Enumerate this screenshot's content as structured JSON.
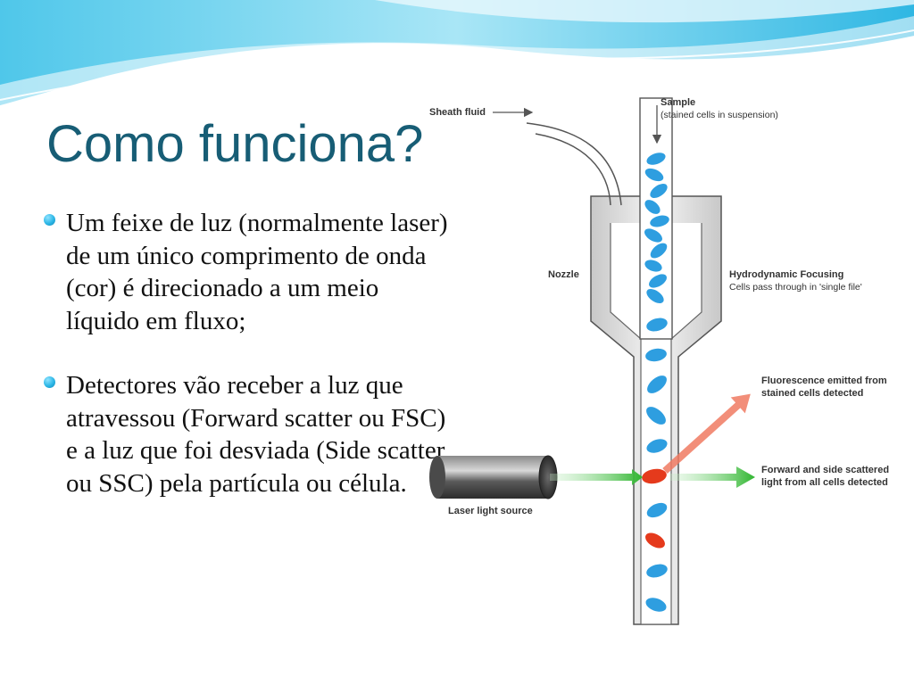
{
  "slide": {
    "title": "Como funciona?",
    "bullets": [
      {
        "text": "Um feixe de luz (normalmente laser) de um único comprimento de onda (cor) é direcionado a um meio líquido em fluxo;"
      },
      {
        "text": "Detectores vão receber  a luz que atravessou (Forward scatter ou FSC) e a luz que foi desviada (Side scatter ou SSC) pela partícula ou célula."
      }
    ]
  },
  "diagram": {
    "labels": {
      "sheath_fluid": "Sheath fluid",
      "sample": "Sample",
      "sample_note": "(stained cells in suspension)",
      "nozzle": "Nozzle",
      "hydrodynamic_focusing": "Hydrodynamic Focusing",
      "hydrodynamic_note": "Cells pass through in 'single file'",
      "fluorescence_line1": "Fluorescence emitted from",
      "fluorescence_line2": "stained cells detected",
      "scatter_line1": "Forward and side scattered",
      "scatter_line2": "light from all cells detected",
      "laser_source": "Laser light source"
    },
    "colors": {
      "title": "#175d75",
      "cell_blue": "#2e9ee0",
      "cell_red": "#e53a1c",
      "laser_green": "#3ec23e",
      "fluorescence_red": "#f07a62",
      "tube_stroke": "#555555"
    }
  }
}
